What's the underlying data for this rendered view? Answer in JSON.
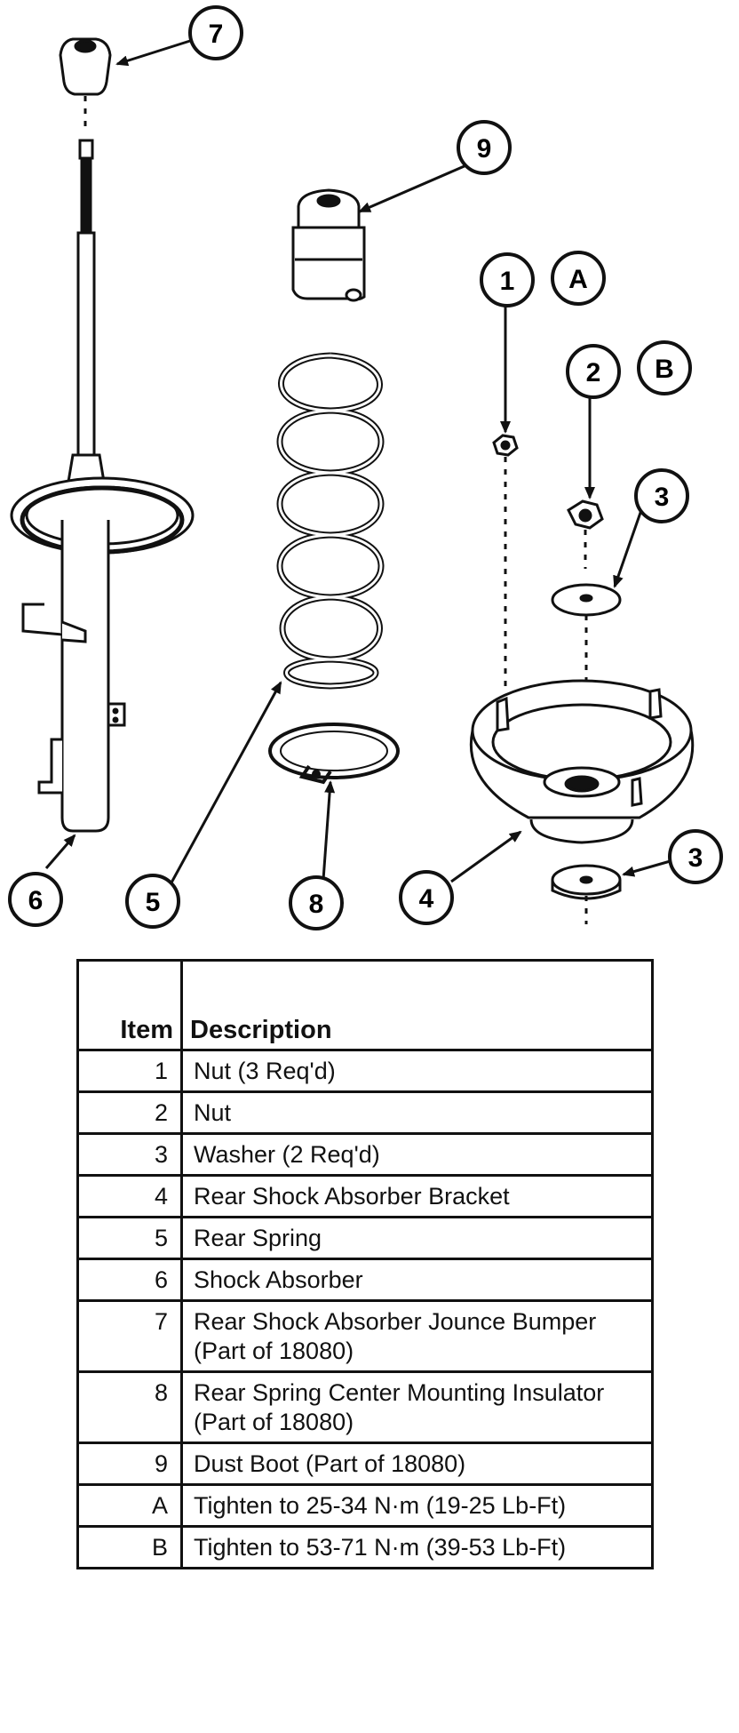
{
  "callouts": [
    {
      "id": "c1",
      "label": "1"
    },
    {
      "id": "cA",
      "label": "A"
    },
    {
      "id": "c2",
      "label": "2"
    },
    {
      "id": "cB",
      "label": "B"
    },
    {
      "id": "c3a",
      "label": "3"
    },
    {
      "id": "c3b",
      "label": "3"
    },
    {
      "id": "c4",
      "label": "4"
    },
    {
      "id": "c5",
      "label": "5"
    },
    {
      "id": "c6",
      "label": "6"
    },
    {
      "id": "c7",
      "label": "7"
    },
    {
      "id": "c8",
      "label": "8"
    },
    {
      "id": "c9",
      "label": "9"
    }
  ],
  "table": {
    "headers": {
      "item": "Item",
      "description": "Description"
    },
    "rows": [
      {
        "item": "1",
        "description": "Nut (3 Req'd)"
      },
      {
        "item": "2",
        "description": "Nut"
      },
      {
        "item": "3",
        "description": "Washer (2 Req'd)"
      },
      {
        "item": "4",
        "description": "Rear Shock Absorber Bracket"
      },
      {
        "item": "5",
        "description": "Rear Spring"
      },
      {
        "item": "6",
        "description": "Shock Absorber"
      },
      {
        "item": "7",
        "description": "Rear Shock Absorber Jounce Bumper (Part of 18080)"
      },
      {
        "item": "8",
        "description": "Rear Spring Center Mounting Insulator (Part of 18080)"
      },
      {
        "item": "9",
        "description": "Dust Boot (Part of 18080)"
      },
      {
        "item": "A",
        "description": "Tighten to 25-34 N·m (19-25 Lb-Ft)"
      },
      {
        "item": "B",
        "description": "Tighten to 53-71 N·m (39-53 Lb-Ft)"
      }
    ]
  }
}
